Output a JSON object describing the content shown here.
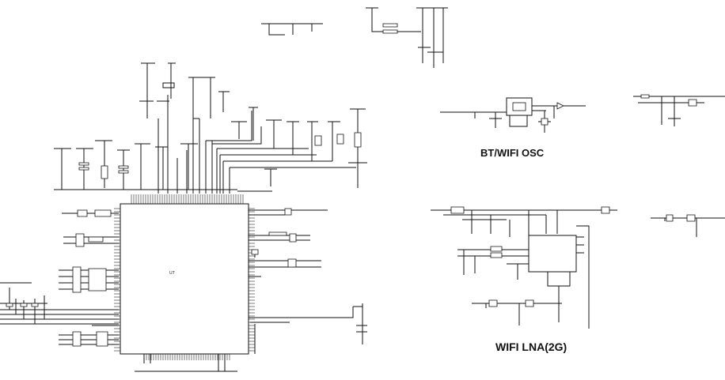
{
  "blocks": {
    "osc_title": "BT/WIFI OSC",
    "lna_title": "WIFI LNA(2G)"
  },
  "main_chip": {
    "ref": "U7"
  },
  "colors": {
    "ink": "#111111",
    "background": "#ffffff"
  }
}
